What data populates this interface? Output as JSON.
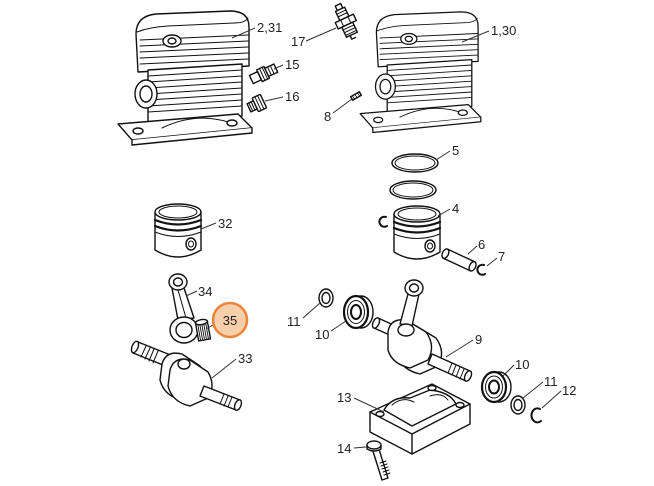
{
  "diagram": {
    "callouts": [
      {
        "text": "2,31"
      },
      {
        "text": "17"
      },
      {
        "text": "1,30"
      },
      {
        "text": "15"
      },
      {
        "text": "16"
      },
      {
        "text": "8"
      },
      {
        "text": "5"
      },
      {
        "text": "4"
      },
      {
        "text": "32"
      },
      {
        "text": "6"
      },
      {
        "text": "7"
      },
      {
        "text": "34"
      },
      {
        "text": "35",
        "highlighted": true
      },
      {
        "text": "11"
      },
      {
        "text": "10"
      },
      {
        "text": "9"
      },
      {
        "text": "33"
      },
      {
        "text": "10"
      },
      {
        "text": "11"
      },
      {
        "text": "12"
      },
      {
        "text": "13"
      },
      {
        "text": "14"
      }
    ],
    "highlight": {
      "fill": "#f7cfab",
      "stroke": "#e8843c"
    }
  }
}
